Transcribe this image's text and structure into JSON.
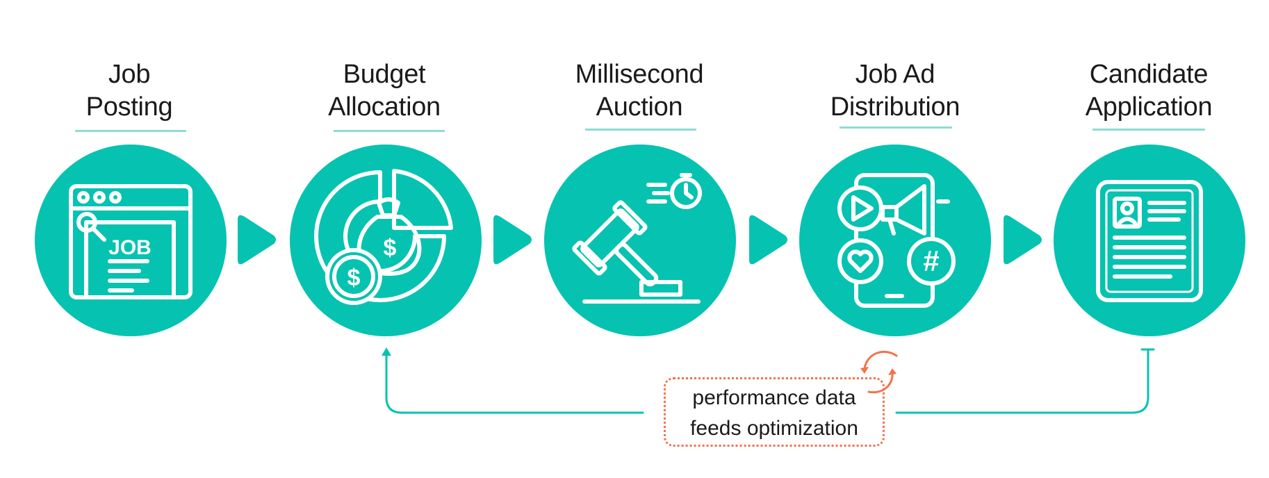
{
  "steps": [
    {
      "title_line1": "Job",
      "title_line2": "Posting",
      "icon": "job-posting-icon",
      "icon_text": "JOB"
    },
    {
      "title_line1": "Budget",
      "title_line2": "Allocation",
      "icon": "money-bag-chart-icon",
      "icon_text": "$"
    },
    {
      "title_line1": "Millisecond",
      "title_line2": "Auction",
      "icon": "gavel-stopwatch-icon"
    },
    {
      "title_line1": "Job Ad",
      "title_line2": "Distribution",
      "icon": "social-media-phone-icon",
      "icon_text": "#"
    },
    {
      "title_line1": "Candidate",
      "title_line2": "Application",
      "icon": "resume-icon"
    }
  ],
  "feedback": {
    "line1": "performance data",
    "line2": "feeds optimization",
    "icon": "refresh-cycle-icon"
  },
  "colors": {
    "teal": "#05c3b0",
    "title_underline": "#8fdcd3",
    "feedback_border": "#f4714b",
    "text": "#1a1a1a"
  }
}
